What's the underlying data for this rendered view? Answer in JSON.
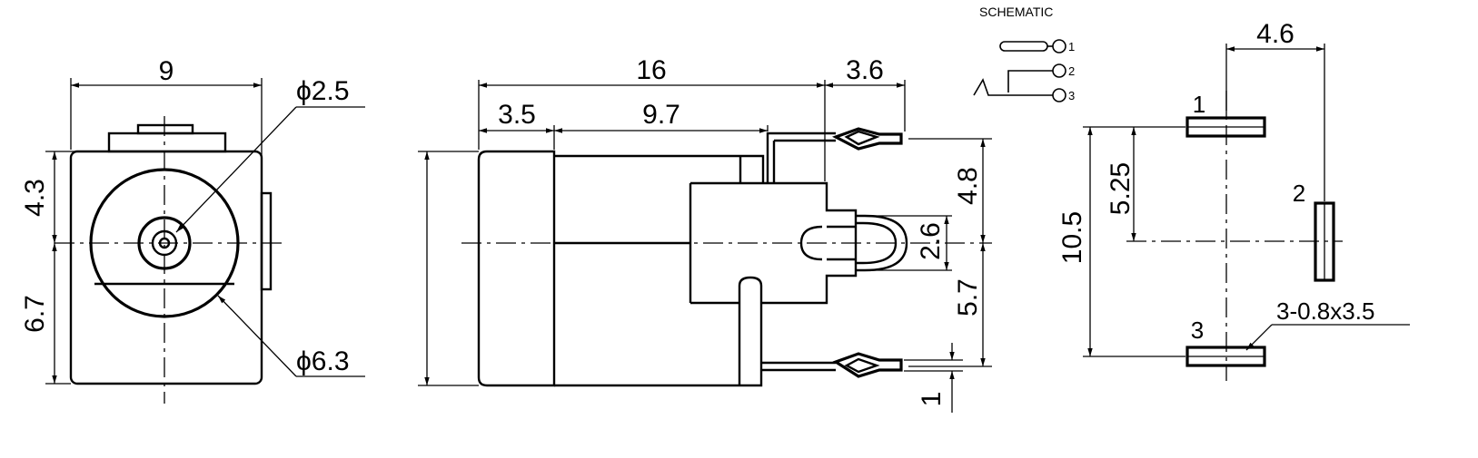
{
  "front_view": {
    "width_label": "9",
    "top_label": "4.3",
    "bottom_label": "6.7",
    "pin_dia_label": "ϕ2.5",
    "outer_dia_label": "ϕ6.3"
  },
  "side_view": {
    "length_label": "16",
    "lead_label": "3.6",
    "front_label": "3.5",
    "body_label": "9.7",
    "upper_label": "4.8",
    "middle_label": "2.6",
    "lower_label": "5.7",
    "pin_thickness_label": "1"
  },
  "schematic": {
    "title": "SCHEMATIC",
    "pins": [
      "1",
      "2",
      "3"
    ]
  },
  "footprint": {
    "pitch_label": "4.6",
    "total_label": "10.5",
    "offset_label": "5.25",
    "pad_size_label": "3-0.8x3.5",
    "pin_labels": [
      "1",
      "2",
      "3"
    ]
  }
}
